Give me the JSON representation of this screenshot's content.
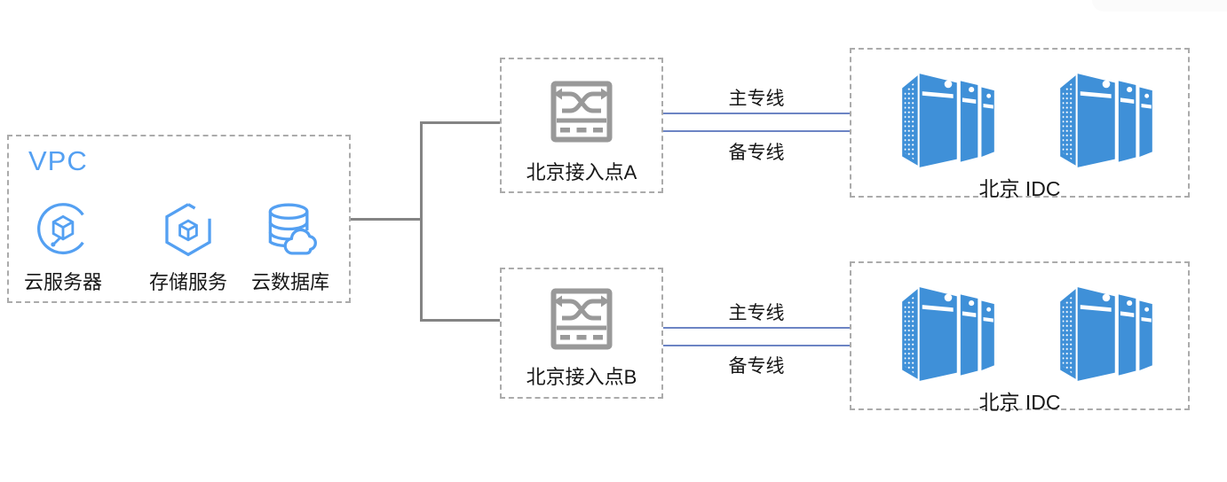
{
  "vpc": {
    "title": "VPC",
    "services": [
      {
        "label": "云服务器",
        "icon": "cloud-server-icon"
      },
      {
        "label": "存储服务",
        "icon": "storage-service-icon"
      },
      {
        "label": "云数据库",
        "icon": "cloud-database-icon"
      }
    ]
  },
  "access_points": [
    {
      "label": "北京接入点A",
      "icon": "switch-icon"
    },
    {
      "label": "北京接入点B",
      "icon": "switch-icon"
    }
  ],
  "idc_groups": [
    {
      "label": "北京 IDC",
      "icon": "server-cluster-icon"
    },
    {
      "label": "北京 IDC",
      "icon": "server-cluster-icon"
    }
  ],
  "links": [
    {
      "primary_label": "主专线",
      "backup_label": "备专线"
    },
    {
      "primary_label": "主专线",
      "backup_label": "备专线"
    }
  ],
  "colors": {
    "accent_blue": "#54A0F2",
    "server_blue": "#3F90D8",
    "link_blue": "#6C84C4",
    "connector_gray": "#848484",
    "switch_gray": "#999999",
    "border_gray": "#ABABAB",
    "text_dark": "#171717"
  }
}
